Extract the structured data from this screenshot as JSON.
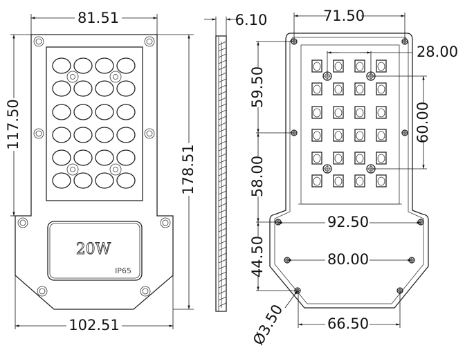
{
  "drawing": {
    "front_view": {
      "label_power": "20W",
      "label_rating": "IP65",
      "dimensions": {
        "top_width": "81.51",
        "upper_height": "117.50",
        "total_height": "178.51",
        "bottom_width": "102.51"
      }
    },
    "side_view": {
      "dimensions": {
        "thickness": "6.10"
      }
    },
    "back_view": {
      "dimensions": {
        "top_hole_spacing": "71.50",
        "module_hole_spacing_x": "28.00",
        "upper_vertical": "59.50",
        "module_hole_spacing_y": "60.00",
        "middle_vertical": "58.00",
        "mid_hole_spacing": "92.50",
        "lower_vertical": "44.50",
        "inner_hole_spacing": "80.00",
        "hole_diameter": "Ø3.50",
        "bottom_hole_spacing": "66.50"
      }
    },
    "led_grid": {
      "rows": 6,
      "cols": 4
    }
  }
}
